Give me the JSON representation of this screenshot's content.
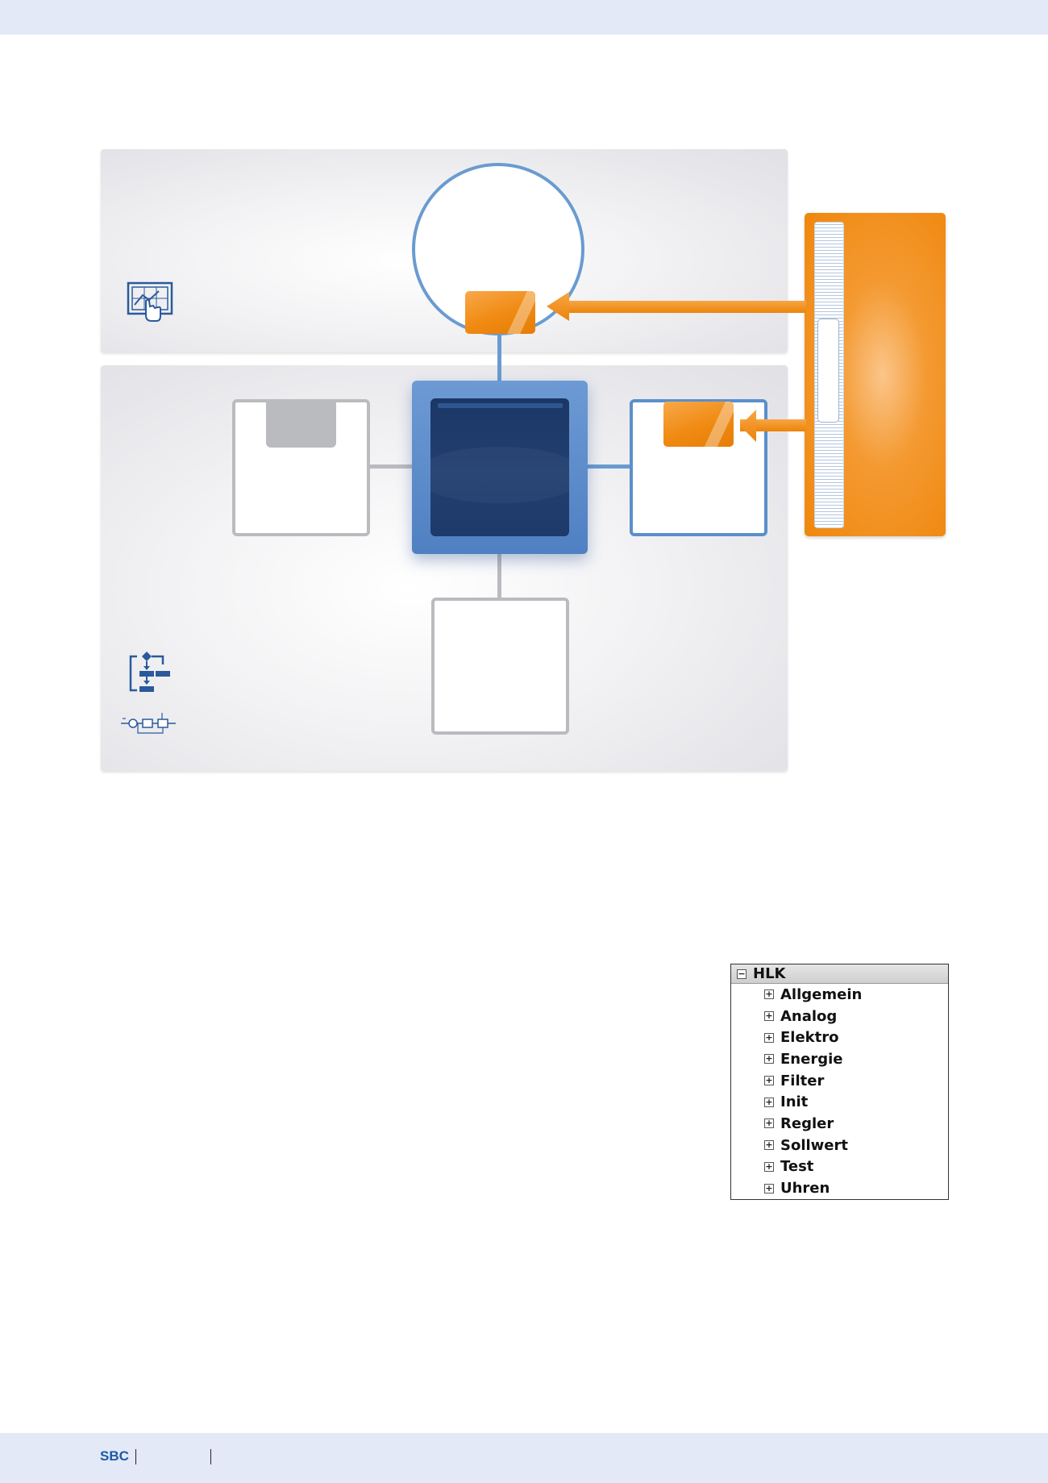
{
  "diagram": {
    "colors": {
      "blue": "#6a9bd0",
      "dark_blue": "#1b3766",
      "orange": "#f08a12",
      "gray": "#b9bbbf"
    },
    "icons": [
      "visualisation-screen-icon",
      "flowchart-icon",
      "function-block-icon"
    ]
  },
  "tree": {
    "root_label": "HLK",
    "root_toggle": "−",
    "item_toggle": "+",
    "items": [
      "Allgemein",
      "Analog",
      "Elektro",
      "Energie",
      "Filter",
      "Init",
      "Regler",
      "Sollwert",
      "Test",
      "Uhren"
    ]
  },
  "footer": {
    "brand": "SBC"
  }
}
